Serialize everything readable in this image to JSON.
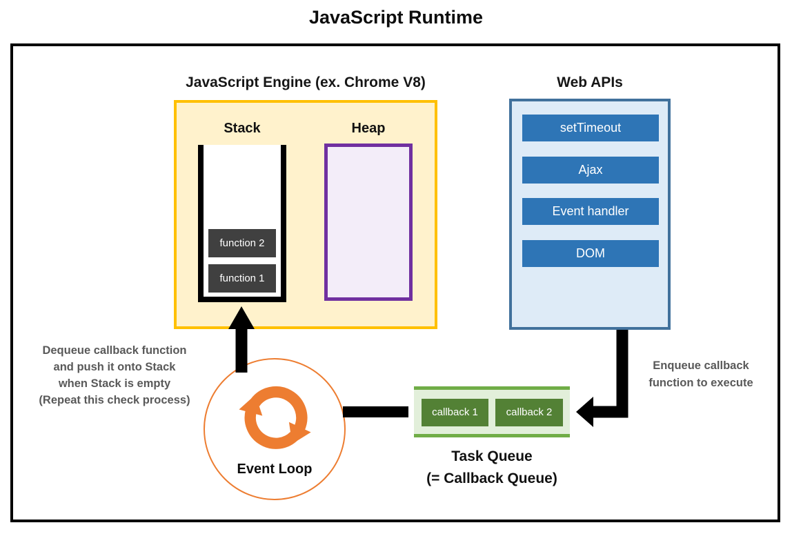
{
  "title": "JavaScript Runtime",
  "engine": {
    "heading": "JavaScript Engine (ex. Chrome V8)",
    "stack": {
      "label": "Stack",
      "frames": [
        "function 2",
        "function 1"
      ]
    },
    "heap": {
      "label": "Heap"
    }
  },
  "web_apis": {
    "heading": "Web APIs",
    "items": [
      "setTimeout",
      "Ajax",
      "Event handler",
      "DOM"
    ]
  },
  "event_loop": {
    "label": "Event Loop",
    "icon": "sync-cycle-icon"
  },
  "task_queue": {
    "title": "Task Queue",
    "subtitle": "(= Callback Queue)",
    "items": [
      "callback 1",
      "callback 2"
    ]
  },
  "annotations": {
    "dequeue": [
      "Dequeue callback function",
      "and push it onto Stack",
      "when Stack is empty",
      "(Repeat this check process)"
    ],
    "enqueue": [
      "Enqueue callback",
      "function to execute"
    ]
  },
  "colors": {
    "engine_border": "#FFC000",
    "engine_fill": "#FFF2CC",
    "heap_border": "#7030A0",
    "heap_fill": "#F3EDF9",
    "stack_frame_fill": "#404040",
    "webapi_border": "#41719C",
    "webapi_fill": "#DEEBF7",
    "webapi_button": "#2E75B6",
    "queue_border": "#70AD47",
    "queue_fill": "#E2EFDA",
    "callback_fill": "#538135",
    "event_loop_orange": "#ED7D31",
    "annotation_gray": "#595959",
    "arrow_black": "#000000"
  }
}
